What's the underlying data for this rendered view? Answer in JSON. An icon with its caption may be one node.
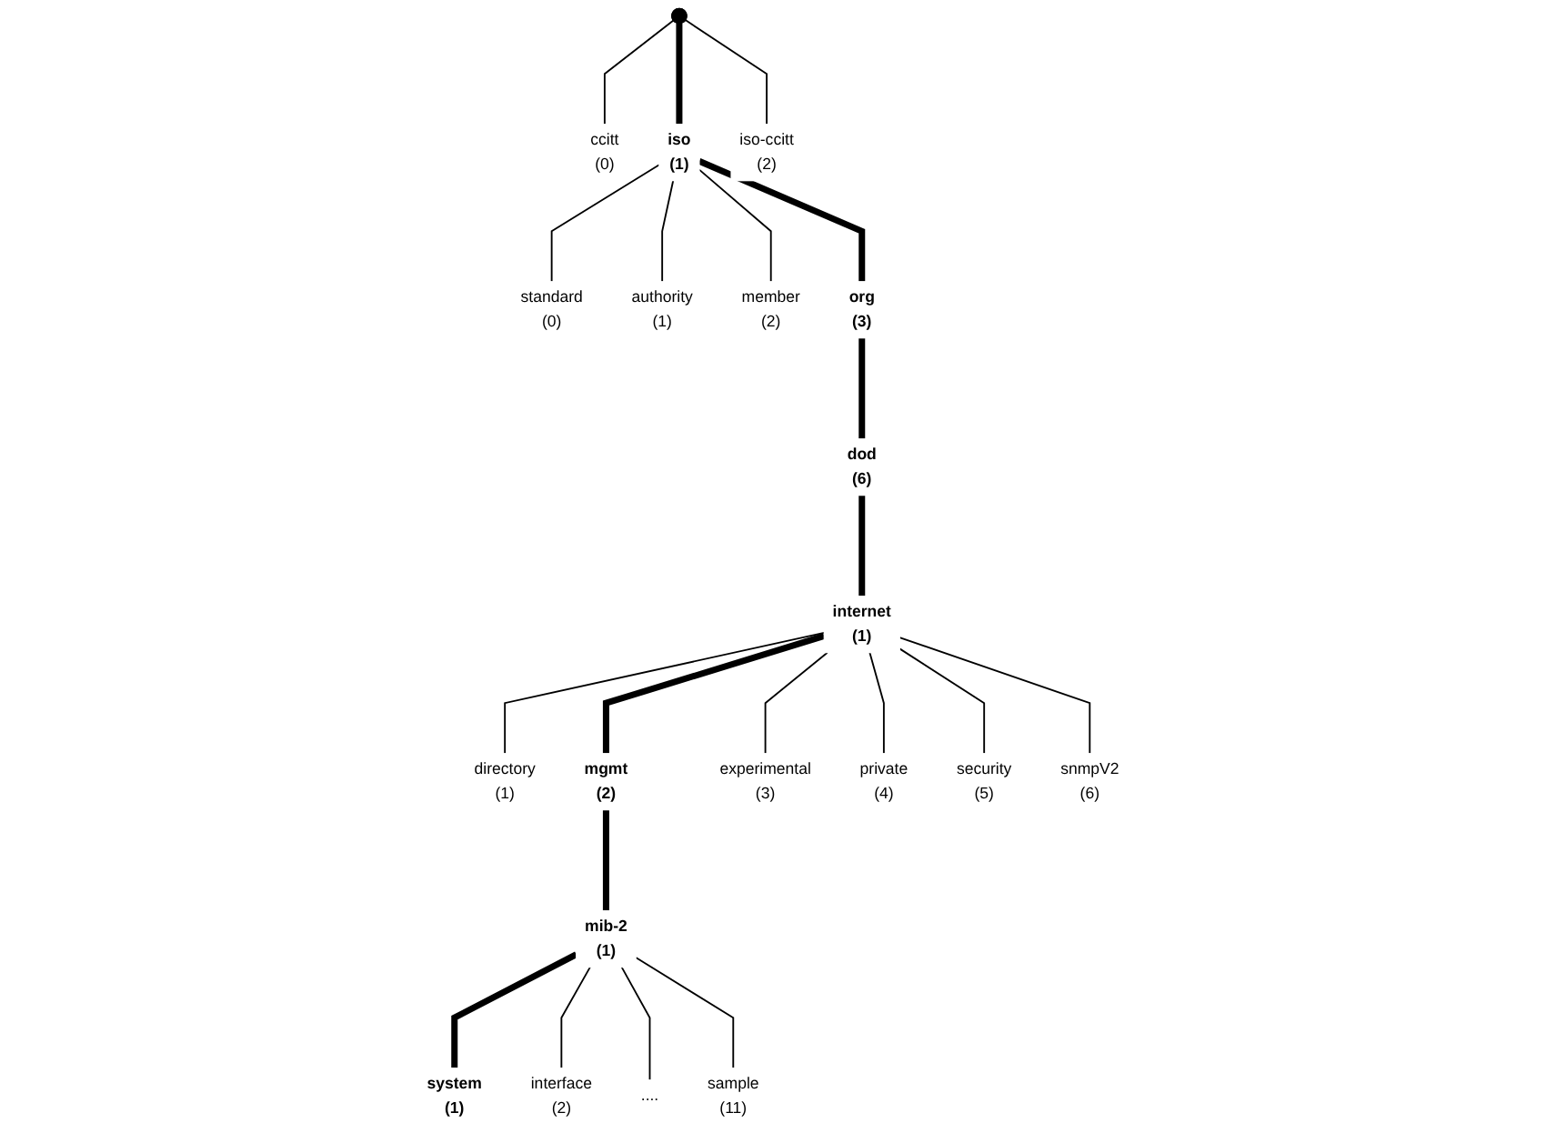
{
  "diagram": {
    "nodes": [
      {
        "text": [],
        "shape": "point"
      },
      {
        "text": [
          "ccitt",
          "(0)"
        ]
      },
      {
        "text": [
          "iso",
          "(1)"
        ]
      },
      {
        "text": [
          "iso-ccitt",
          "(2)"
        ]
      },
      {
        "text": [
          "standard",
          "(0)"
        ]
      },
      {
        "text": [
          "authority",
          "(1)"
        ]
      },
      {
        "text": [
          "member",
          "(2)"
        ]
      },
      {
        "text": [
          "org",
          "(3)"
        ]
      },
      {
        "text": [
          "dod",
          "(6)"
        ]
      },
      {
        "text": [
          "internet",
          "(1)"
        ]
      },
      {
        "text": [
          "directory",
          "(1)"
        ]
      },
      {
        "text": [
          "mgmt",
          "(2)"
        ]
      },
      {
        "text": [
          "experimental",
          "(3)"
        ]
      },
      {
        "text": [
          "private",
          "(4)"
        ]
      },
      {
        "text": [
          "security",
          "(5)"
        ]
      },
      {
        "text": [
          "snmpV2",
          "(6)"
        ]
      },
      {
        "text": [
          "mib-2",
          "(1)"
        ]
      },
      {
        "text": [
          "system",
          "(1)"
        ]
      },
      {
        "text": [
          "interface",
          "(2)"
        ]
      },
      {
        "text": [
          "...."
        ]
      },
      {
        "text": [
          "sample",
          "(11)"
        ]
      }
    ],
    "edges": [
      {
        "from": 0,
        "to": 1,
        "arrow": "none"
      },
      {
        "from": 0,
        "to": 2,
        "arrow": "none",
        "style": "thick"
      },
      {
        "from": 0,
        "to": 3,
        "arrow": "none"
      },
      {
        "from": 2,
        "to": 4,
        "arrow": "none"
      },
      {
        "from": 2,
        "to": 5,
        "arrow": "none"
      },
      {
        "from": 2,
        "to": 6,
        "arrow": "none"
      },
      {
        "from": 2,
        "to": 7,
        "arrow": "none",
        "style": "thick"
      },
      {
        "from": 7,
        "to": 8,
        "arrow": "none",
        "style": "thick"
      },
      {
        "from": 8,
        "to": 9,
        "arrow": "none",
        "style": "thick"
      },
      {
        "from": 9,
        "to": 10,
        "arrow": "none"
      },
      {
        "from": 9,
        "to": 11,
        "arrow": "none",
        "style": "thick"
      },
      {
        "from": 9,
        "to": 12,
        "arrow": "none"
      },
      {
        "from": 9,
        "to": 13,
        "arrow": "none"
      },
      {
        "from": 9,
        "to": 14,
        "arrow": "none"
      },
      {
        "from": 9,
        "to": 15,
        "arrow": "none"
      },
      {
        "from": 11,
        "to": 16,
        "arrow": "none",
        "style": "thick"
      },
      {
        "from": 16,
        "to": 17,
        "arrow": "none",
        "style": "thick"
      },
      {
        "from": 16,
        "to": 18,
        "arrow": "none"
      },
      {
        "from": 16,
        "to": 19,
        "arrow": "none"
      },
      {
        "from": 16,
        "to": 20,
        "arrow": "none"
      }
    ]
  }
}
